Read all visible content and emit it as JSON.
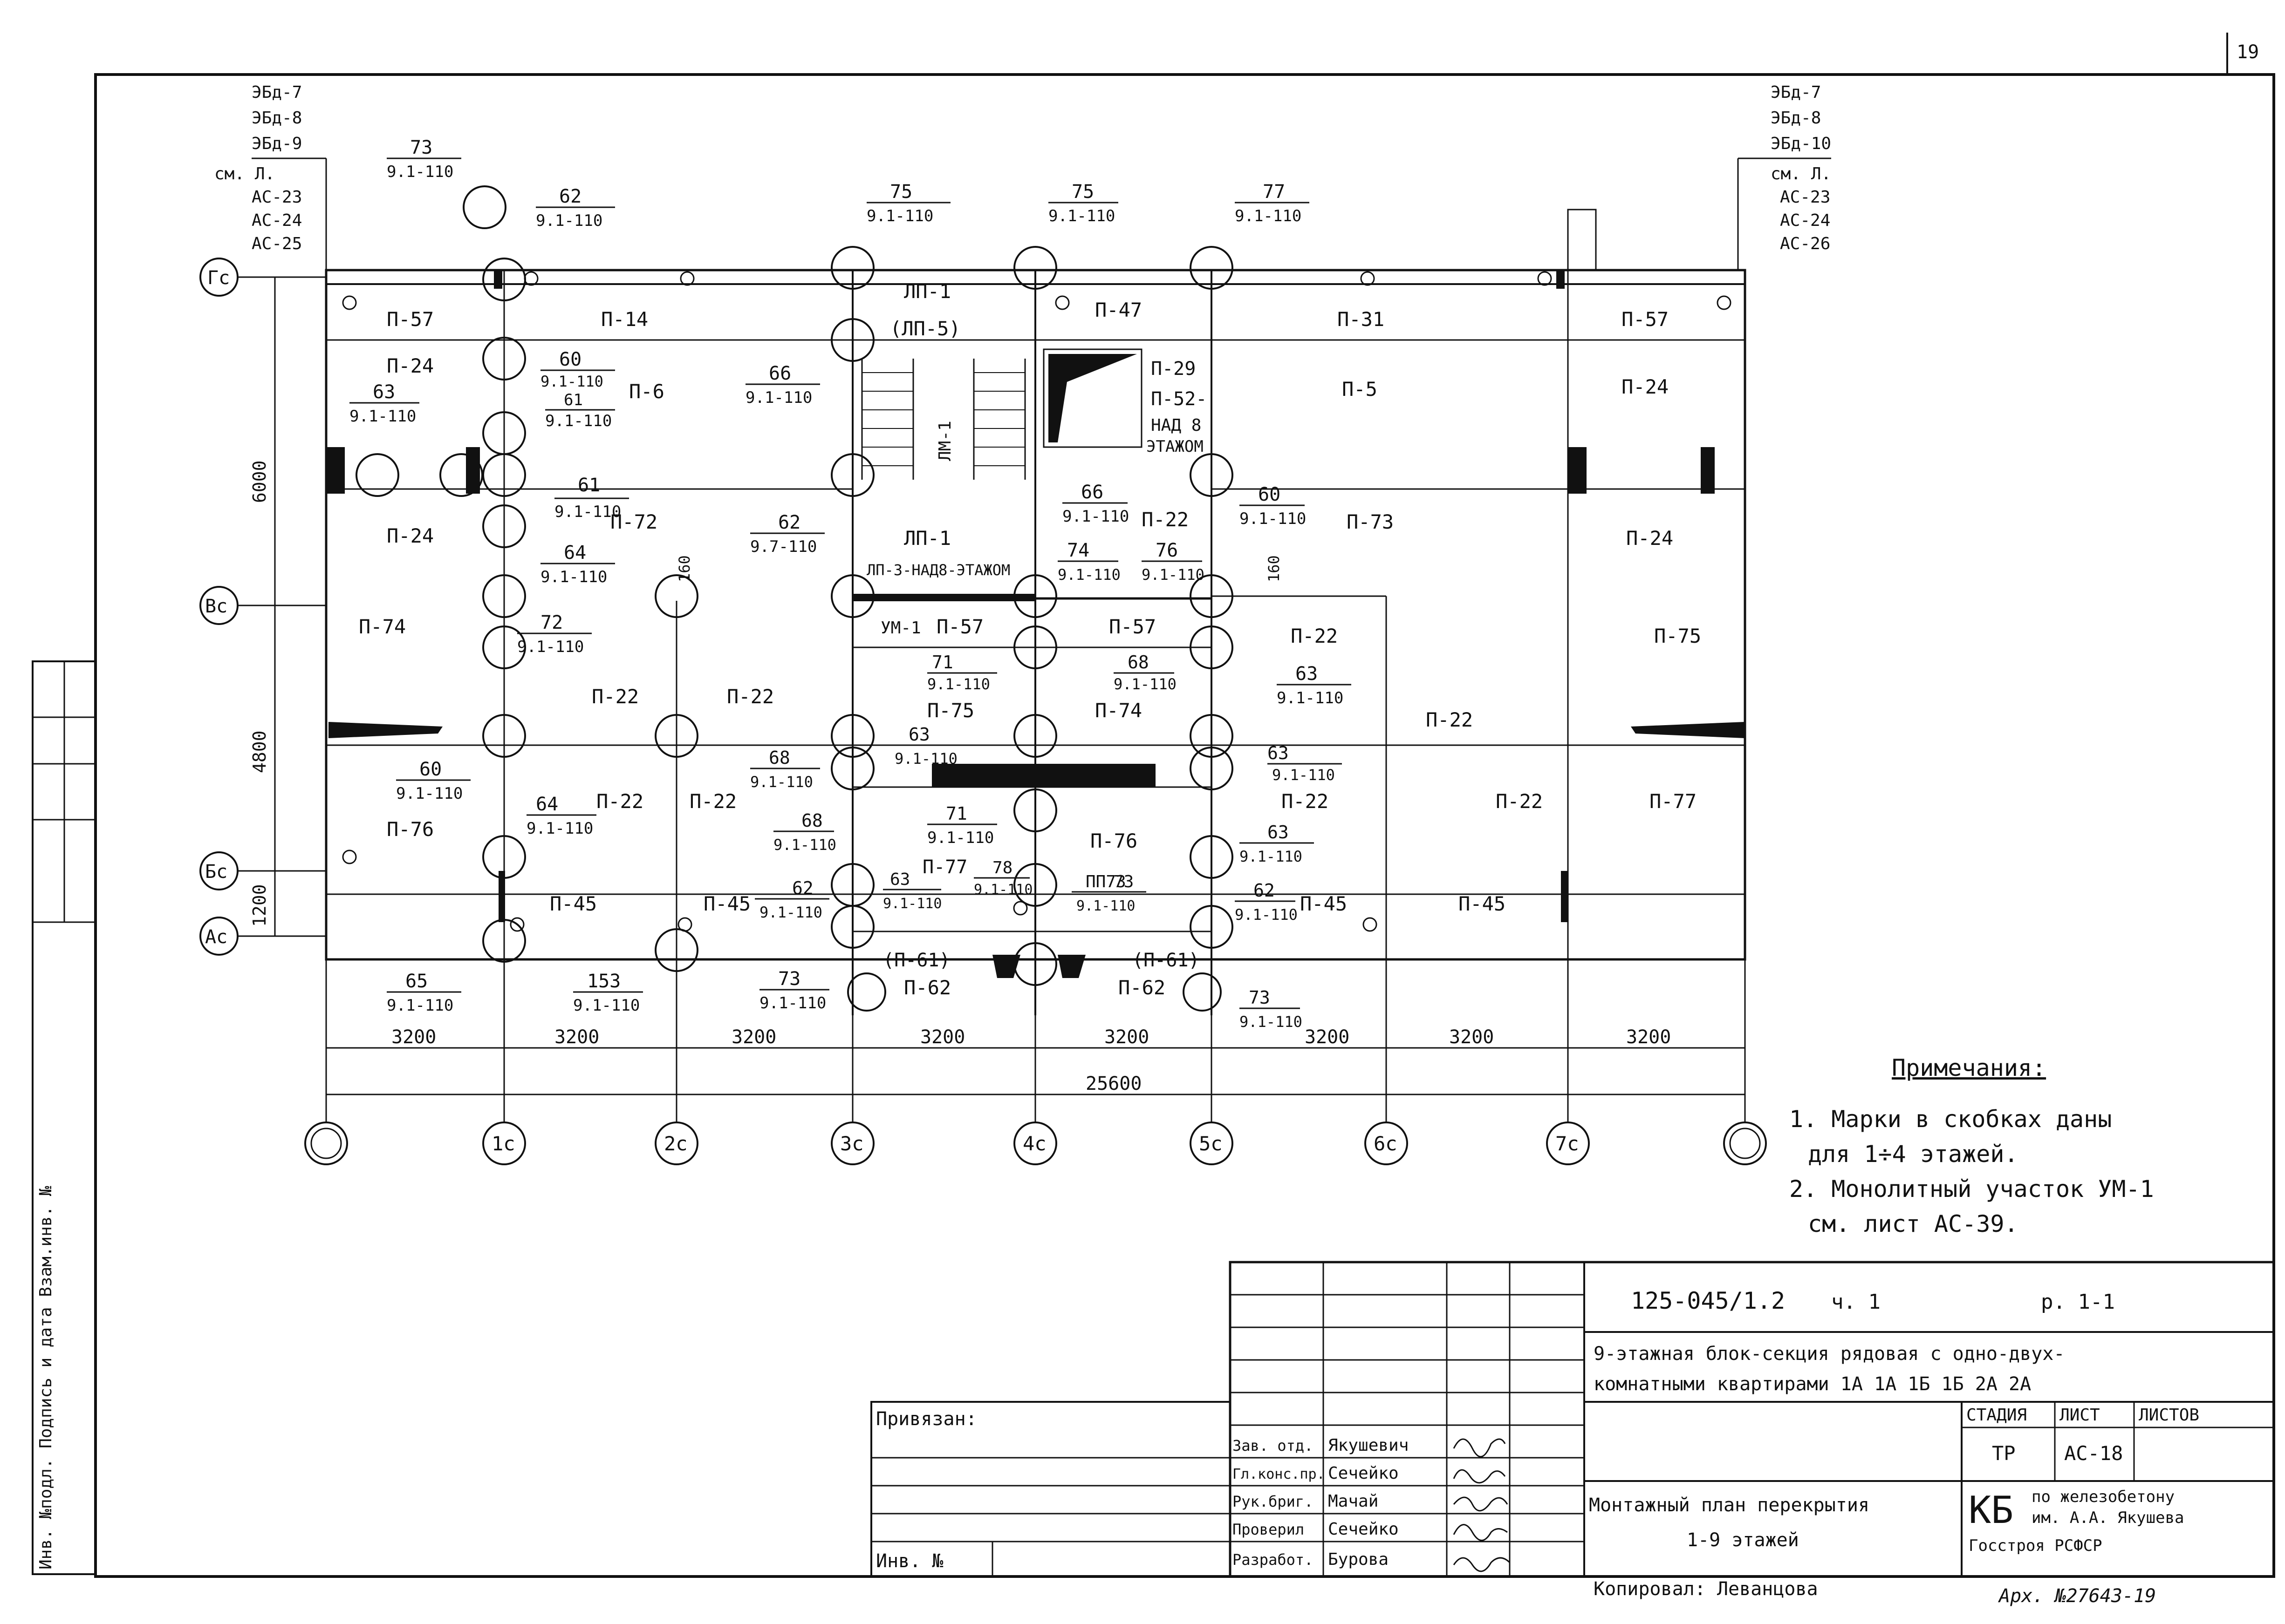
{
  "page_number": "19",
  "upper_left_refs": [
    "ЭБд-7",
    "ЭБд-8",
    "ЭБд-9"
  ],
  "upper_left_sheets": [
    "см. Л.",
    "АС-23",
    "АС-24",
    "АС-25"
  ],
  "upper_right_refs": [
    "ЭБд-7",
    "ЭБд-8",
    "ЭБд-10"
  ],
  "upper_right_sheets": [
    "см. Л.",
    "АС-23",
    "АС-24",
    "АС-26"
  ],
  "row_axes": [
    "Гс",
    "Вс",
    "Бс",
    "Ас"
  ],
  "column_axes": [
    "",
    "1с",
    "2с",
    "3с",
    "4с",
    "5с",
    "6с",
    "7с",
    ""
  ],
  "bay_widths": [
    "3200",
    "3200",
    "3200",
    "3200",
    "3200",
    "3200",
    "3200",
    "3200"
  ],
  "overall_width": "25600",
  "vertical_dims": [
    "6000",
    "4800",
    "1200"
  ],
  "dim_160": [
    "160",
    "160"
  ],
  "panels": {
    "p1": "П-57",
    "p2": "П-14",
    "p3": "ЛП-1",
    "p4": "(ЛП-5)",
    "p5": "П-47",
    "p6": "П-31",
    "p7": "П-57",
    "p8": "П-24",
    "p9": "П-6",
    "p10": "ЛМ-1",
    "p11": "П-29",
    "p12": "П-52-",
    "p13": "НАД 8",
    "p14": "ЭТАЖОМ",
    "p15": "П-5",
    "p16": "П-24",
    "p17": "П-24",
    "p18": "П-72",
    "p19": "ЛП-1",
    "p20": "ЛП-3-НАД8-ЭТАЖОМ",
    "p21": "П-22",
    "p22": "П-73",
    "p23": "П-24",
    "p24": "П-74",
    "p25": "УМ-1",
    "p26": "П-57",
    "p27": "П-57",
    "p28": "П-22",
    "p29": "П-75",
    "p30": "П-22",
    "p31": "П-22",
    "p32": "П-75",
    "p33": "П-74",
    "p34": "П-22",
    "p35": "П-76",
    "p36": "П-22",
    "p37": "П-22",
    "p38": "П-22",
    "p39": "П-22",
    "p40": "П-77",
    "p41": "П-77",
    "p42": "П-76",
    "p43": "П-45",
    "p44": "П-45",
    "p45": "ПП73",
    "p46": "П-45",
    "p47": "П-45",
    "p48": "(П-61)",
    "p49": "П-62",
    "p50": "(П-61)",
    "p51": "П-62"
  },
  "node_labels": [
    {
      "n": "73",
      "s": "9.1-110"
    },
    {
      "n": "62",
      "s": "9.1-110"
    },
    {
      "n": "75",
      "s": "9.1-110"
    },
    {
      "n": "75",
      "s": "9.1-110"
    },
    {
      "n": "77",
      "s": "9.1-110"
    },
    {
      "n": "60",
      "s": "9.1-110"
    },
    {
      "n": "61",
      "s": "9.1-110"
    },
    {
      "n": "63",
      "s": "9.1-110"
    },
    {
      "n": "66",
      "s": "9.1-110"
    },
    {
      "n": "61",
      "s": "9.1-110"
    },
    {
      "n": "66",
      "s": "9.1-110"
    },
    {
      "n": "60",
      "s": "9.1-110"
    },
    {
      "n": "62",
      "s": "9.7-110"
    },
    {
      "n": "64",
      "s": "9.1-110"
    },
    {
      "n": "74",
      "s": "9.1-110"
    },
    {
      "n": "76",
      "s": "9.1-110"
    },
    {
      "n": "72",
      "s": "9.1-110"
    },
    {
      "n": "71",
      "s": "9.1-110"
    },
    {
      "n": "68",
      "s": "9.1-110"
    },
    {
      "n": "63",
      "s": "9.1-110"
    },
    {
      "n": "63",
      "s": "9.1-110"
    },
    {
      "n": "60",
      "s": "9.1-110"
    },
    {
      "n": "68",
      "s": "9.1-110"
    },
    {
      "n": "63",
      "s": "9.1-110"
    },
    {
      "n": "64",
      "s": "9.1-110"
    },
    {
      "n": "71",
      "s": "9.1-110"
    },
    {
      "n": "68",
      "s": "9.1-110"
    },
    {
      "n": "63",
      "s": "9.1-110"
    },
    {
      "n": "78",
      "s": "9.1-110"
    },
    {
      "n": "62",
      "s": "9.1-110"
    },
    {
      "n": "63",
      "s": "9.1-110"
    },
    {
      "n": "73",
      "s": "9.1-110"
    },
    {
      "n": "62",
      "s": "9.1-110"
    },
    {
      "n": "65",
      "s": "9.1-110"
    },
    {
      "n": "153",
      "s": "9.1-110"
    },
    {
      "n": "73",
      "s": "9.1-110"
    },
    {
      "n": "73",
      "s": "9.1-110"
    }
  ],
  "notes": {
    "title": "Примечания:",
    "l1": "1. Марки в скобках даны",
    "l2": "для 1÷4 этажей.",
    "l3": "2. Монолитный участок УМ-1",
    "l4": "см. лист АС-39."
  },
  "title_block": {
    "code": "125-045/1.2",
    "part": "ч. 1",
    "section": "р. 1-1",
    "desc1": "9-этажная блок-секция рядовая с одно-двух-",
    "desc2": "комнатными квартирами 1А 1А 1Б 1Б 2А 2А",
    "stage_h": "СТАДИЯ",
    "sheet_h": "ЛИСТ",
    "sheets_h": "ЛИСТОВ",
    "stage": "ТР",
    "sheet": "АС-18",
    "sheets": "",
    "drawing1": "Монтажный план перекрытия",
    "drawing2": "1-9 этажей",
    "org_logo": "КБ",
    "org1": "по железобетону",
    "org2": "им. А.А. Якушева",
    "org3": "Госстроя РСФСР",
    "bound": "Привязан:",
    "inv": "Инв. №",
    "roles": [
      "Зав. отд.",
      "Гл.конс.пр.",
      "Рук.бриг.",
      "Проверил",
      "Разработ."
    ],
    "names": [
      "Якушевич",
      "Сечейко",
      "Мачай",
      "Сечейко",
      "Бурова"
    ],
    "copied": "Копировал: Леванцова",
    "archive": "Арх. №27643-19"
  },
  "side_stamp": "Инв. №подл.  Подпись и дата  Взам.инв. №"
}
